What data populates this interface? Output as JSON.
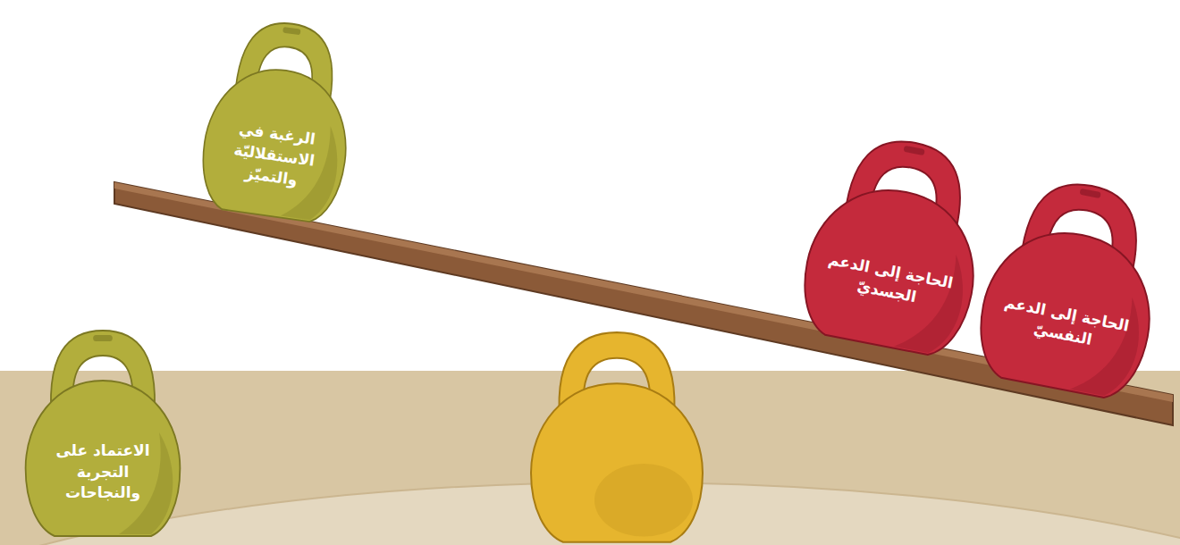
{
  "diagram": {
    "nodes": [
      {
        "text": [
          "الرغبة في الاستقلاليّة والتميّز"
        ]
      },
      {
        "text": [
          "الحاجة إلى الدعم الجسديّ"
        ]
      },
      {
        "text": [
          "الحاجة إلى الدعم النفسيّ"
        ]
      },
      {
        "text": [
          "الاعتماد على التجربة والنجاحات"
        ]
      }
    ]
  }
}
